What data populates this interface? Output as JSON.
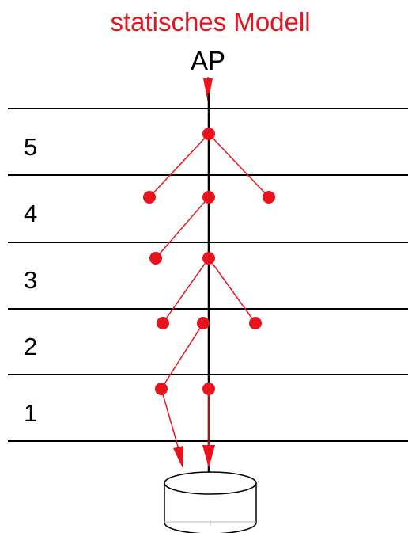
{
  "title": "statisches Modell",
  "entry_label": "AP",
  "layers": [
    "5",
    "4",
    "3",
    "2",
    "1"
  ],
  "colors": {
    "accent": "#e8141b",
    "line": "#000000"
  },
  "icons": {
    "storage": "database-cylinder-icon"
  }
}
